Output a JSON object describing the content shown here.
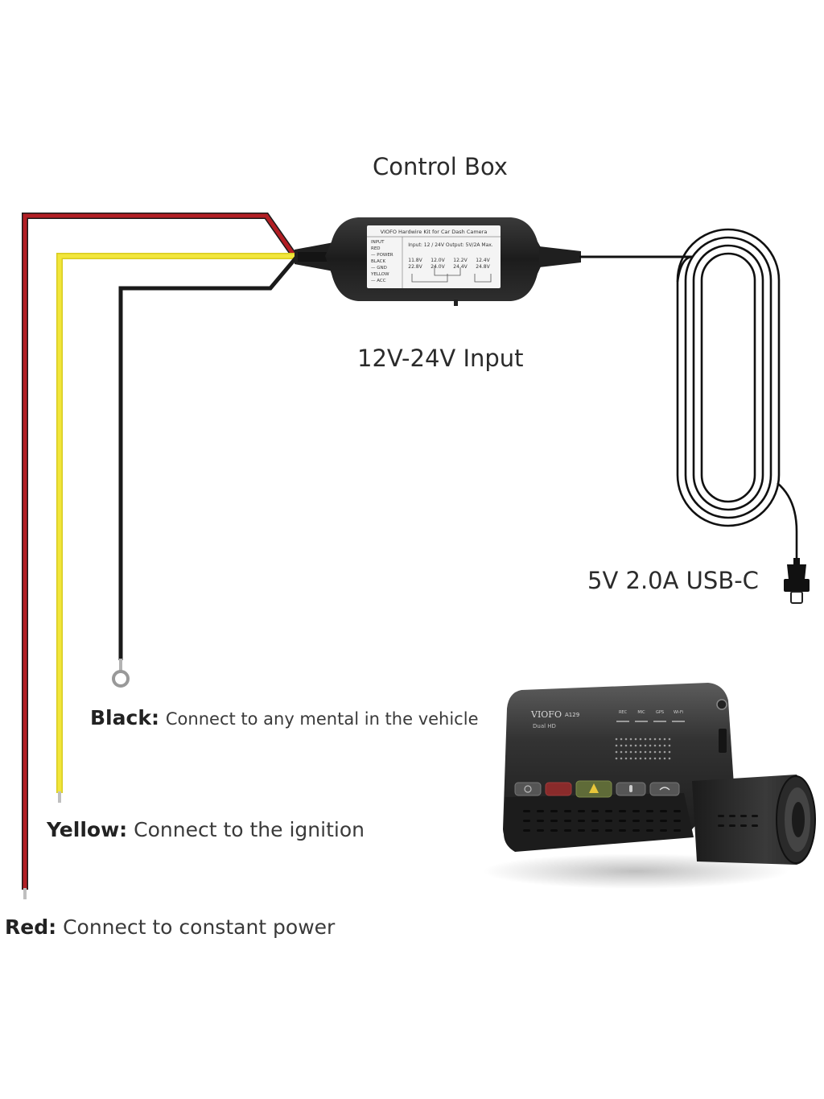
{
  "diagram": {
    "title": "Control Box",
    "input_label": "12V-24V Input",
    "output_label": "5V 2.0A USB-C",
    "control_box": {
      "brand_line": "VIOFO Hardwire Kit for Car Dash Camera",
      "wiring_lines": [
        "INPUT",
        "RED",
        "— POWER",
        "BLACK",
        "— GND",
        "YELLOW",
        "— ACC"
      ],
      "spec_header": "Input: 12 / 24V  Output: 5V/2A Max.",
      "spec_values": [
        "11.8V",
        "12.0V",
        "12.2V",
        "12.4V",
        "22.8V",
        "24.0V",
        "24.4V",
        "24.8V"
      ]
    },
    "camera": {
      "brand": "VIOFO",
      "model": "A129",
      "sub": "Dual HD",
      "indicator_labels": [
        "REC",
        "MIC",
        "GPS",
        "Wi-Fi"
      ]
    },
    "wires": [
      {
        "id": "black",
        "name": "Black:",
        "description": "Connect to any mental in the vehicle",
        "color": "#1a1a1a"
      },
      {
        "id": "yellow",
        "name": "Yellow:",
        "description": "Connect to the ignition",
        "color": "#f2e63b"
      },
      {
        "id": "red",
        "name": "Red:",
        "description": "Connect to constant power",
        "color": "#b21e24"
      }
    ]
  }
}
